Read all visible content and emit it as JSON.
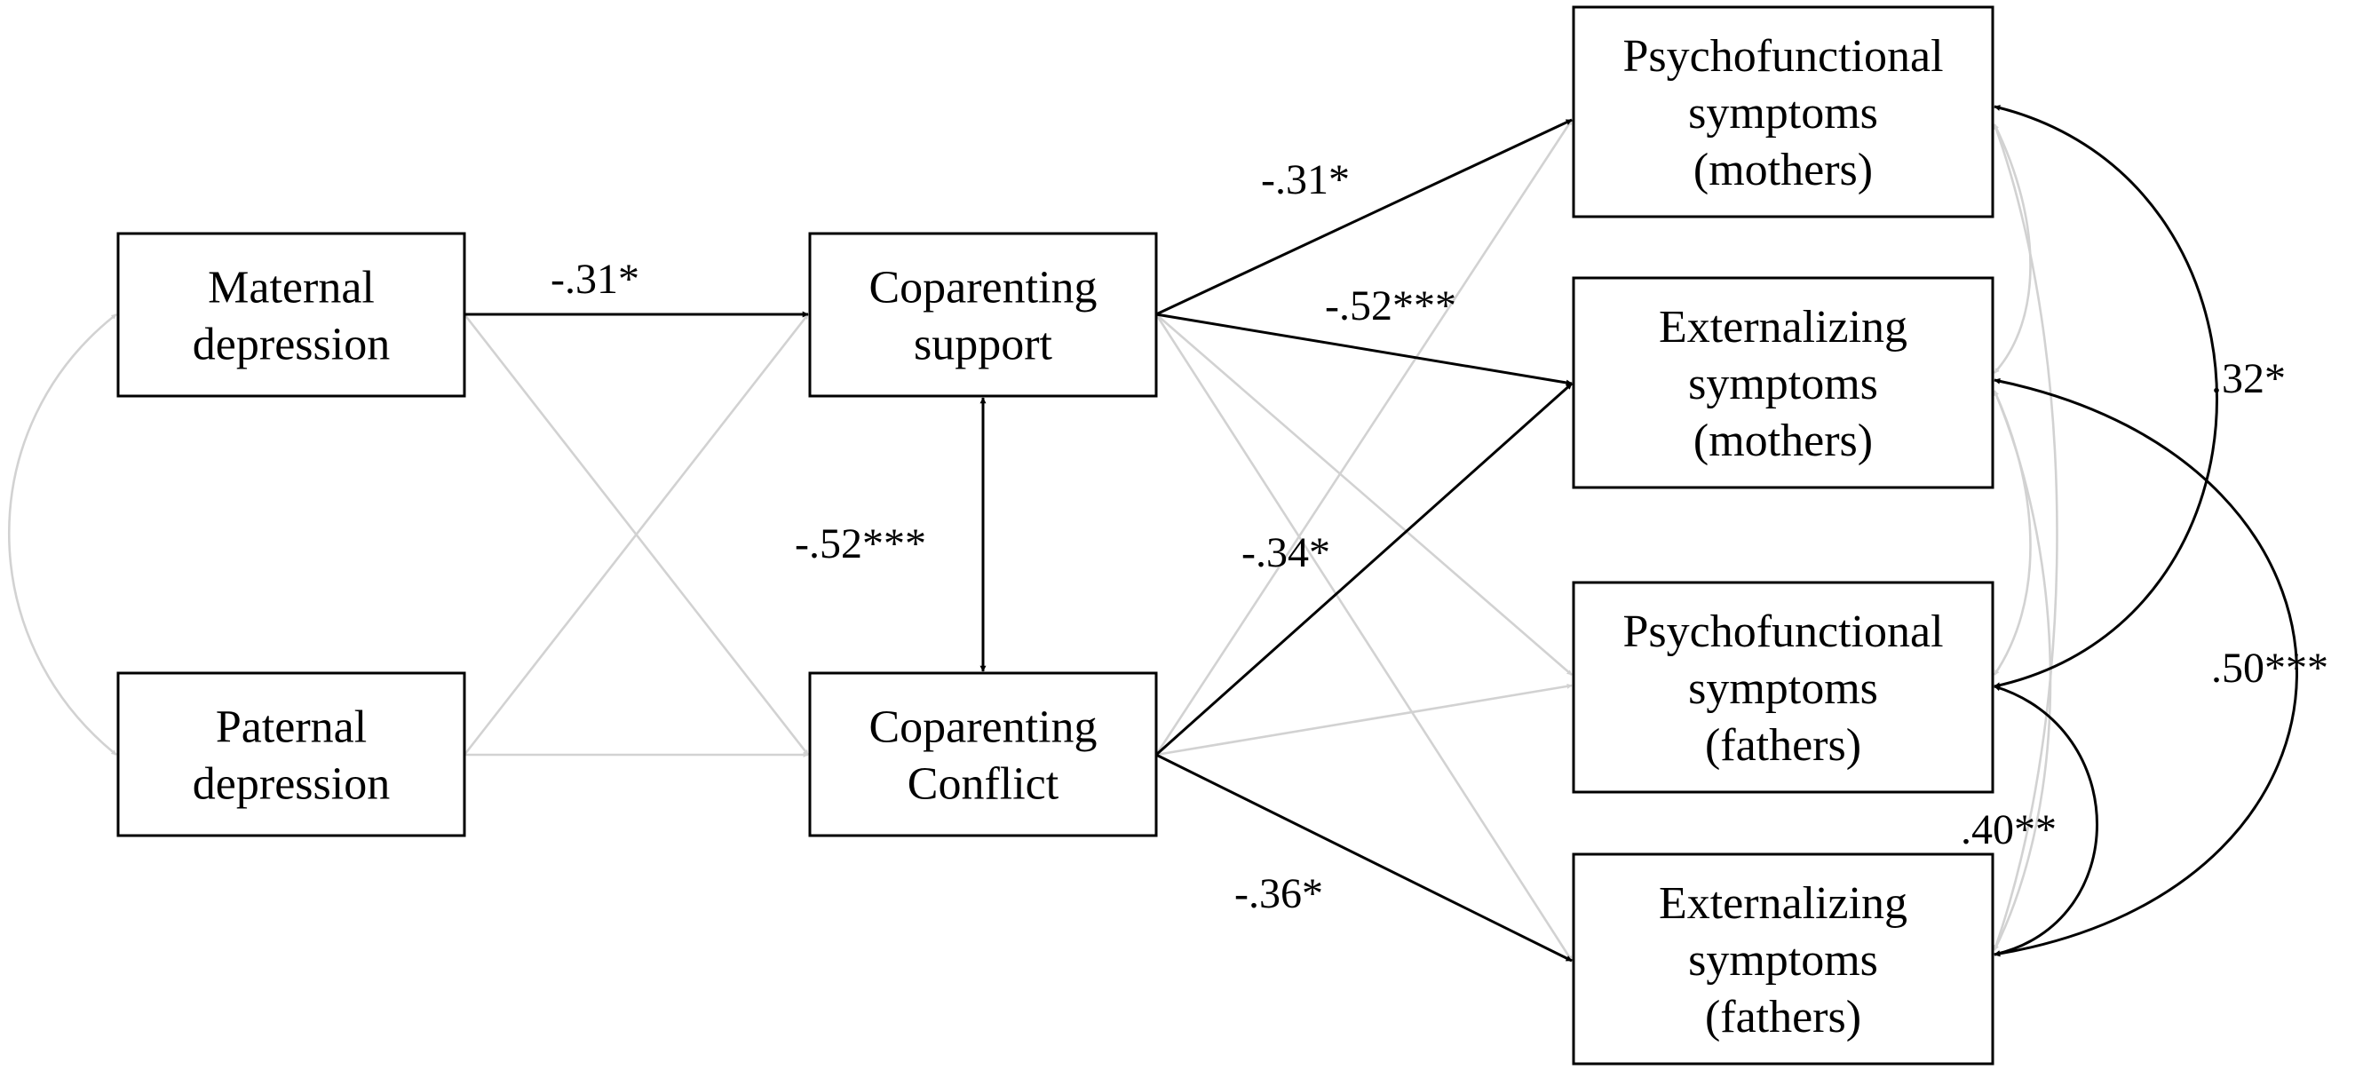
{
  "diagram": {
    "nodes": [
      {
        "id": "maternal-depression",
        "lines": [
          "Maternal",
          "depression"
        ]
      },
      {
        "id": "paternal-depression",
        "lines": [
          "Paternal",
          "depression"
        ]
      },
      {
        "id": "coparenting-support",
        "lines": [
          "Coparenting",
          "support"
        ]
      },
      {
        "id": "coparenting-conflict",
        "lines": [
          "Coparenting",
          "Conflict"
        ]
      },
      {
        "id": "psychofunctional-mothers",
        "lines": [
          "Psychofunctional",
          "symptoms",
          "(mothers)"
        ]
      },
      {
        "id": "externalizing-mothers",
        "lines": [
          "Externalizing",
          "symptoms",
          "(mothers)"
        ]
      },
      {
        "id": "psychofunctional-fathers",
        "lines": [
          "Psychofunctional",
          "symptoms",
          "(fathers)"
        ]
      },
      {
        "id": "externalizing-fathers",
        "lines": [
          "Externalizing",
          "symptoms",
          "(fathers)"
        ]
      }
    ],
    "paths": [
      {
        "id": "maternal-to-support",
        "from": "maternal-depression",
        "to": "coparenting-support",
        "significant": true,
        "label": "-.31*"
      },
      {
        "id": "maternal-to-conflict",
        "from": "maternal-depression",
        "to": "coparenting-conflict",
        "significant": false,
        "label": ""
      },
      {
        "id": "paternal-to-support",
        "from": "paternal-depression",
        "to": "coparenting-support",
        "significant": false,
        "label": ""
      },
      {
        "id": "paternal-to-conflict",
        "from": "paternal-depression",
        "to": "coparenting-conflict",
        "significant": false,
        "label": ""
      },
      {
        "id": "support-conflict-covariance",
        "from": "coparenting-support",
        "to": "coparenting-conflict",
        "significant": true,
        "label": "-.52***"
      },
      {
        "id": "support-to-psych-mothers",
        "from": "coparenting-support",
        "to": "psychofunctional-mothers",
        "significant": true,
        "label": "-.31*"
      },
      {
        "id": "support-to-ext-mothers",
        "from": "coparenting-support",
        "to": "externalizing-mothers",
        "significant": true,
        "label": "-.52***"
      },
      {
        "id": "support-to-psych-fathers",
        "from": "coparenting-support",
        "to": "psychofunctional-fathers",
        "significant": false,
        "label": ""
      },
      {
        "id": "support-to-ext-fathers",
        "from": "coparenting-support",
        "to": "externalizing-fathers",
        "significant": false,
        "label": ""
      },
      {
        "id": "conflict-to-psych-mothers",
        "from": "coparenting-conflict",
        "to": "psychofunctional-mothers",
        "significant": false,
        "label": ""
      },
      {
        "id": "conflict-to-ext-mothers",
        "from": "coparenting-conflict",
        "to": "externalizing-mothers",
        "significant": true,
        "label": "-.34*"
      },
      {
        "id": "conflict-to-psych-fathers",
        "from": "coparenting-conflict",
        "to": "psychofunctional-fathers",
        "significant": false,
        "label": ""
      },
      {
        "id": "conflict-to-ext-fathers",
        "from": "coparenting-conflict",
        "to": "externalizing-fathers",
        "significant": true,
        "label": "-.36*"
      },
      {
        "id": "depression-covariance",
        "from": "maternal-depression",
        "to": "paternal-depression",
        "significant": false,
        "label": ""
      },
      {
        "id": "psych-mothers-psych-fathers-cov",
        "from": "psychofunctional-mothers",
        "to": "psychofunctional-fathers",
        "significant": true,
        "label": ".32*"
      },
      {
        "id": "ext-mothers-ext-fathers-cov",
        "from": "externalizing-mothers",
        "to": "externalizing-fathers",
        "significant": true,
        "label": ".50***"
      },
      {
        "id": "psych-fathers-ext-fathers-cov",
        "from": "psychofunctional-fathers",
        "to": "externalizing-fathers",
        "significant": true,
        "label": ".40**"
      }
    ]
  }
}
